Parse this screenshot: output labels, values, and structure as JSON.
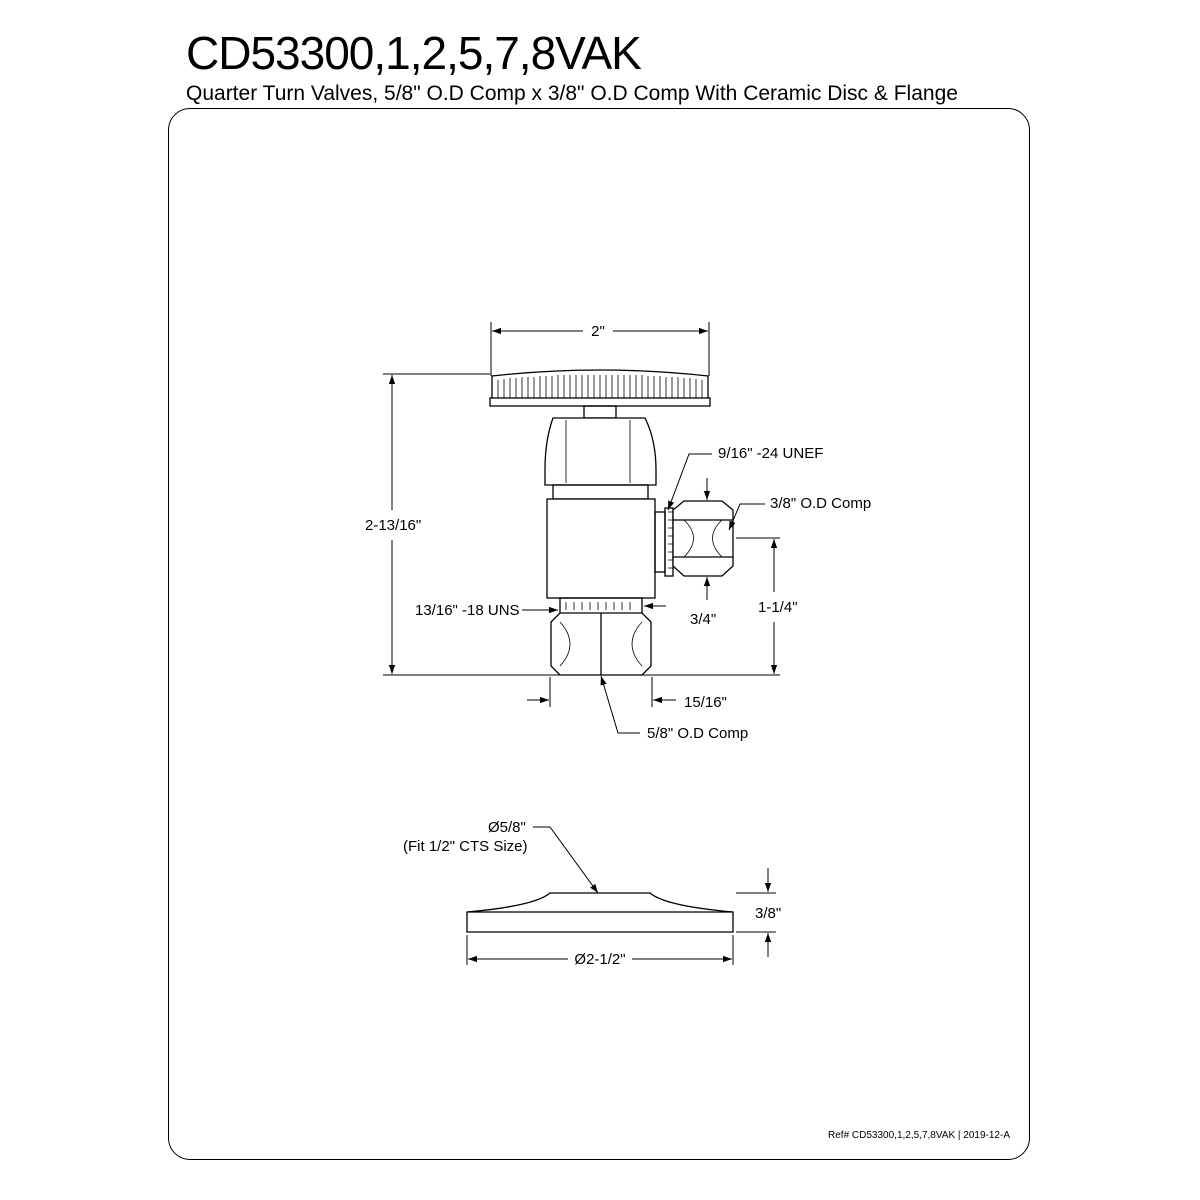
{
  "header": {
    "model": "CD53300,1,2,5,7,8VAK",
    "description": "Quarter Turn Valves, 5/8\" O.D Comp x 3/8\" O.D Comp With Ceramic Disc & Flange"
  },
  "valve_dims": {
    "handle_width": "2\"",
    "overall_height": "2-13/16\"",
    "outlet_thread": "9/16\" -24 UNEF",
    "outlet_comp": "3/8\" O.D Comp",
    "outlet_height": "1-1/4\"",
    "inlet_thread": "13/16\" -18 UNS",
    "outlet_nut": "3/4\"",
    "inlet_nut": "15/16\"",
    "inlet_comp": "5/8\" O.D Comp"
  },
  "flange_dims": {
    "bore": "Ø5/8\"",
    "bore_note": "(Fit 1/2\" CTS Size)",
    "height": "3/8\"",
    "diameter": "Ø2-1/2\""
  },
  "footer": {
    "reference": "Ref# CD53300,1,2,5,7,8VAK | 2019-12-A"
  }
}
